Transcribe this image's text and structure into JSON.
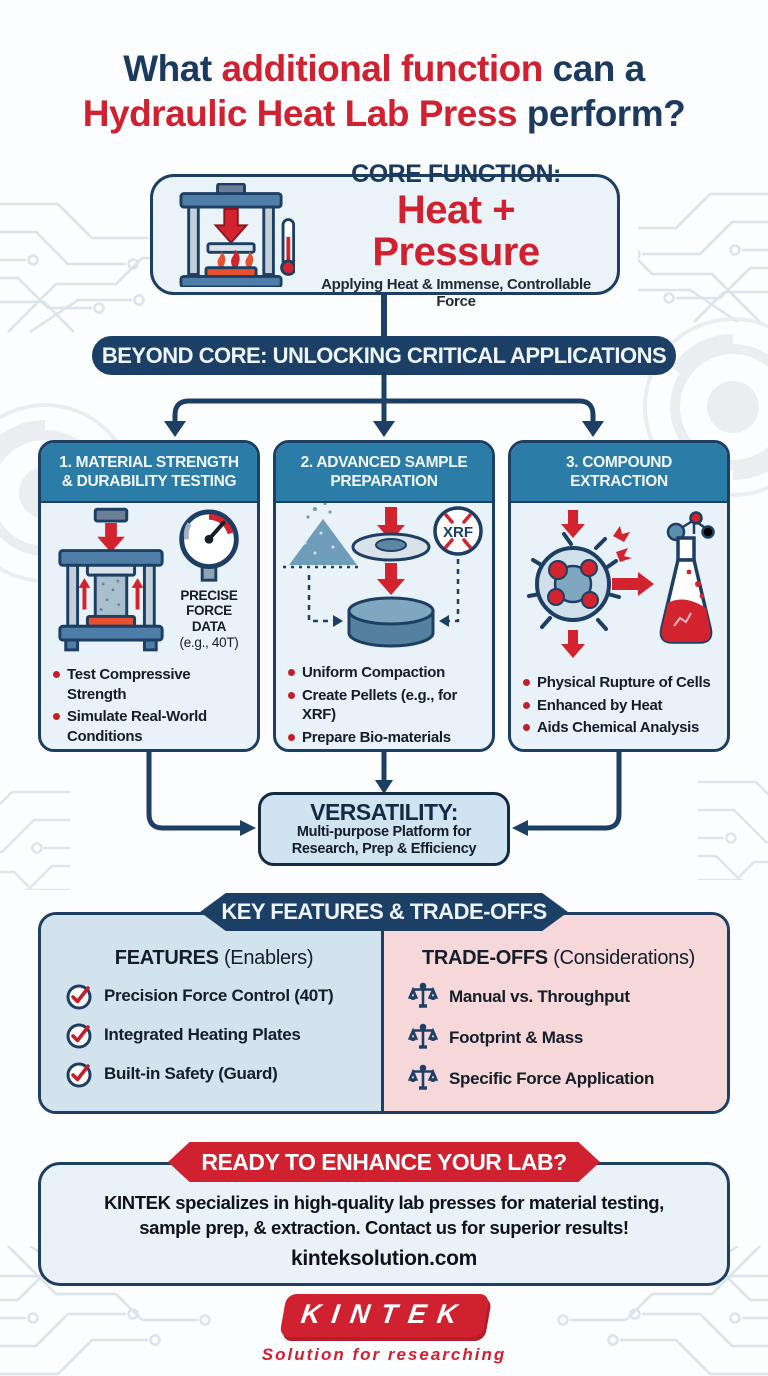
{
  "title": {
    "seg1": "What ",
    "seg2": "additional function",
    "seg3": " can a",
    "seg4": "Hydraulic Heat Lab Press",
    "seg5": " perform?"
  },
  "core": {
    "label": "CORE FUNCTION:",
    "headline": "Heat + Pressure",
    "sub": "Applying Heat & Immense, Controllable Force"
  },
  "banner": "BEYOND CORE: UNLOCKING CRITICAL APPLICATIONS",
  "columns": [
    {
      "title_line1": "1. MATERIAL STRENGTH",
      "title_line2": "& DURABILITY TESTING",
      "caption_line1": "PRECISE",
      "caption_line2": "FORCE",
      "caption_line3": "DATA",
      "caption_eg": "(e.g., 40T)",
      "bullets": [
        "Test Compressive Strength",
        "Simulate Real-World Conditions"
      ]
    },
    {
      "title_line1": "2. ADVANCED SAMPLE",
      "title_line2": "PREPARATION",
      "badge": "XRF",
      "bullets": [
        "Uniform Compaction",
        "Create Pellets (e.g., for XRF)",
        "Prepare Bio-materials"
      ]
    },
    {
      "title_line1": "3. COMPOUND",
      "title_line2": "EXTRACTION",
      "bullets": [
        "Physical Rupture of Cells",
        "Enhanced by Heat",
        "Aids Chemical Analysis"
      ]
    }
  ],
  "versatility": {
    "title": "VERSATILITY:",
    "line1": "Multi-purpose Platform for",
    "line2": "Research, Prep & Efficiency"
  },
  "tradeoffs": {
    "banner": "KEY FEATURES & TRADE-OFFS",
    "left_header_bold": "FEATURES",
    "left_header_rest": " (Enablers)",
    "right_header_bold": "TRADE-OFFS",
    "right_header_rest": " (Considerations)",
    "features": [
      "Precision Force Control (40T)",
      "Integrated Heating Plates",
      "Built-in Safety (Guard)"
    ],
    "considerations": [
      "Manual vs. Throughput",
      "Footprint & Mass",
      "Specific Force Application"
    ]
  },
  "cta": {
    "banner": "READY TO ENHANCE YOUR LAB?",
    "line1": "KINTEK specializes in high-quality lab presses for material testing,",
    "line2": "sample prep, & extraction. Contact us for superior results!",
    "url": "kinteksolution.com"
  },
  "footer": {
    "brand": "KINTEK",
    "tagline": "Solution for researching"
  },
  "icons": {
    "core": "heated-press-icon",
    "col1": [
      "press-compression-icon",
      "force-gauge-icon"
    ],
    "col2": [
      "powder-pile-icon",
      "press-die-icon",
      "xrf-badge-icon",
      "pellet-icon"
    ],
    "col3": [
      "cell-rupture-icon",
      "flask-icon",
      "molecule-icon"
    ],
    "features": "check-circle-icon",
    "considerations": "balance-scale-icon"
  },
  "colors": {
    "navy": "#1d3f63",
    "red": "#cf2130",
    "teal_header": "#2b7ca6",
    "card_bg": "#e9f2f8",
    "versatility_bg": "#cfe4f0",
    "features_bg": "#d3e3ee",
    "tradeoffs_bg": "#f6d8da"
  }
}
